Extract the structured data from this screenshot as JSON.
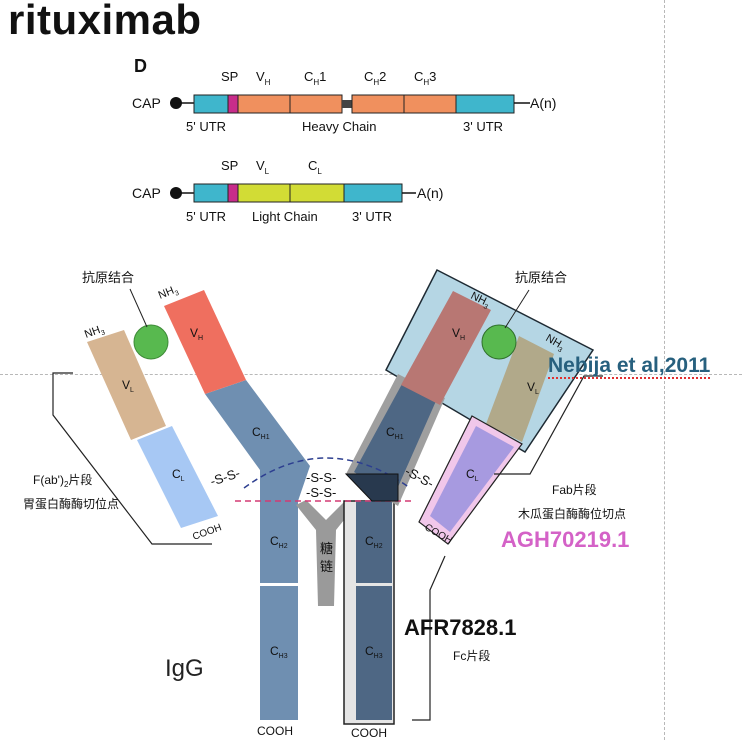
{
  "title": "rituximab",
  "panel_label": "D",
  "heavy_gene": {
    "cap": "CAP",
    "polya": "A(n)",
    "sp": "SP",
    "v": "V",
    "v_sub": "H",
    "c1": "C",
    "c1_sub": "H",
    "c1_num": "1",
    "c2": "C",
    "c2_sub": "H",
    "c2_num": "2",
    "c3": "C",
    "c3_sub": "H",
    "c3_num": "3",
    "utr5": "5' UTR",
    "chain": "Heavy Chain",
    "utr3": "3' UTR"
  },
  "light_gene": {
    "cap": "CAP",
    "polya": "A(n)",
    "sp": "SP",
    "v": "V",
    "v_sub": "L",
    "c": "C",
    "c_sub": "L",
    "utr5": "5' UTR",
    "chain": "Light Chain",
    "utr3": "3' UTR"
  },
  "antibody": {
    "antigen_binding_left": "抗原结合",
    "antigen_binding_right": "抗原结合",
    "nh3": "NH",
    "nh3_sub": "3",
    "vh": "V",
    "vh_sub": "H",
    "vl": "V",
    "vl_sub": "L",
    "ch1": "C",
    "ch1_sub": "H1",
    "cl": "C",
    "cl_sub": "L",
    "ch2": "C",
    "ch2_sub": "H2",
    "ch3": "C",
    "ch3_sub": "H3",
    "cooh": "COOH",
    "ss": "-S-S-",
    "sugar": [
      "糖",
      "链"
    ],
    "fab2_label": "F(ab')",
    "fab2_sub": "2",
    "fab2_suffix": "片段",
    "pepsin_site": "胃蛋白酶酶切位点",
    "fab_label": "Fab片段",
    "papain_site": "木瓜蛋白酶酶位切点",
    "fc_label": "Fc片段",
    "igg": "IgG"
  },
  "annotations": {
    "nebija": "Nebija et al,2011",
    "agh": "AGH70219.1",
    "afr": "AFR7828.1"
  },
  "colors": {
    "utr": "#3fb6cc",
    "sp": "#c82c8a",
    "heavy": "#f0905e",
    "light": "#d2dc35",
    "vh": "#ef6f5f",
    "vl": "#d6b592",
    "cl": "#a7c8f4",
    "heavy_const": "#6f8fb1",
    "antigen": "#58b94f",
    "note_blue": "#27607e",
    "note_pink": "#d462c7"
  }
}
